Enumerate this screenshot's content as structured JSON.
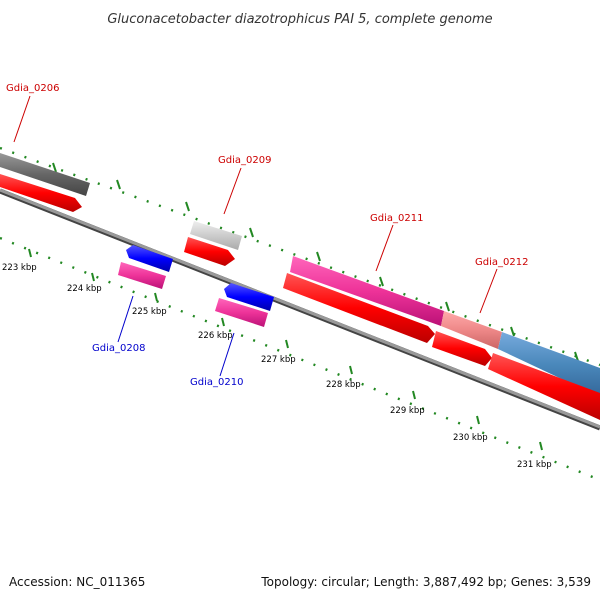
{
  "title": "Gluconacetobacter diazotrophicus PAI 5, complete genome",
  "footer": {
    "accession": "Accession: NC_011365",
    "summary": "Topology: circular; Length: 3,887,492 bp; Genes: 3,539"
  },
  "ticks": [
    "223 kbp",
    "224 kbp",
    "225 kbp",
    "226 kbp",
    "227 kbp",
    "228 kbp",
    "229 kbp",
    "230 kbp",
    "231 kbp"
  ],
  "genes": [
    {
      "name": "Gdia_0206",
      "strand": "forward",
      "color": "#cc0000"
    },
    {
      "name": "Gdia_0209",
      "strand": "forward",
      "color": "#cc0000"
    },
    {
      "name": "Gdia_0211",
      "strand": "forward",
      "color": "#cc0000"
    },
    {
      "name": "Gdia_0212",
      "strand": "forward",
      "color": "#cc0000"
    },
    {
      "name": "Gdia_0208",
      "strand": "reverse",
      "color": "#0000cc"
    },
    {
      "name": "Gdia_0210",
      "strand": "reverse",
      "color": "#0000cc"
    }
  ],
  "colors": {
    "backbone": "#888888",
    "cds": "#ff0000",
    "reverse_cds": "#0000ff",
    "gene_pink": "#ee3399",
    "gene_grey": "#cccccc",
    "gene_dark": "#666666",
    "gene_salmon": "#ee8888",
    "gene_blue": "#4a88bb",
    "tick": "#228822"
  }
}
